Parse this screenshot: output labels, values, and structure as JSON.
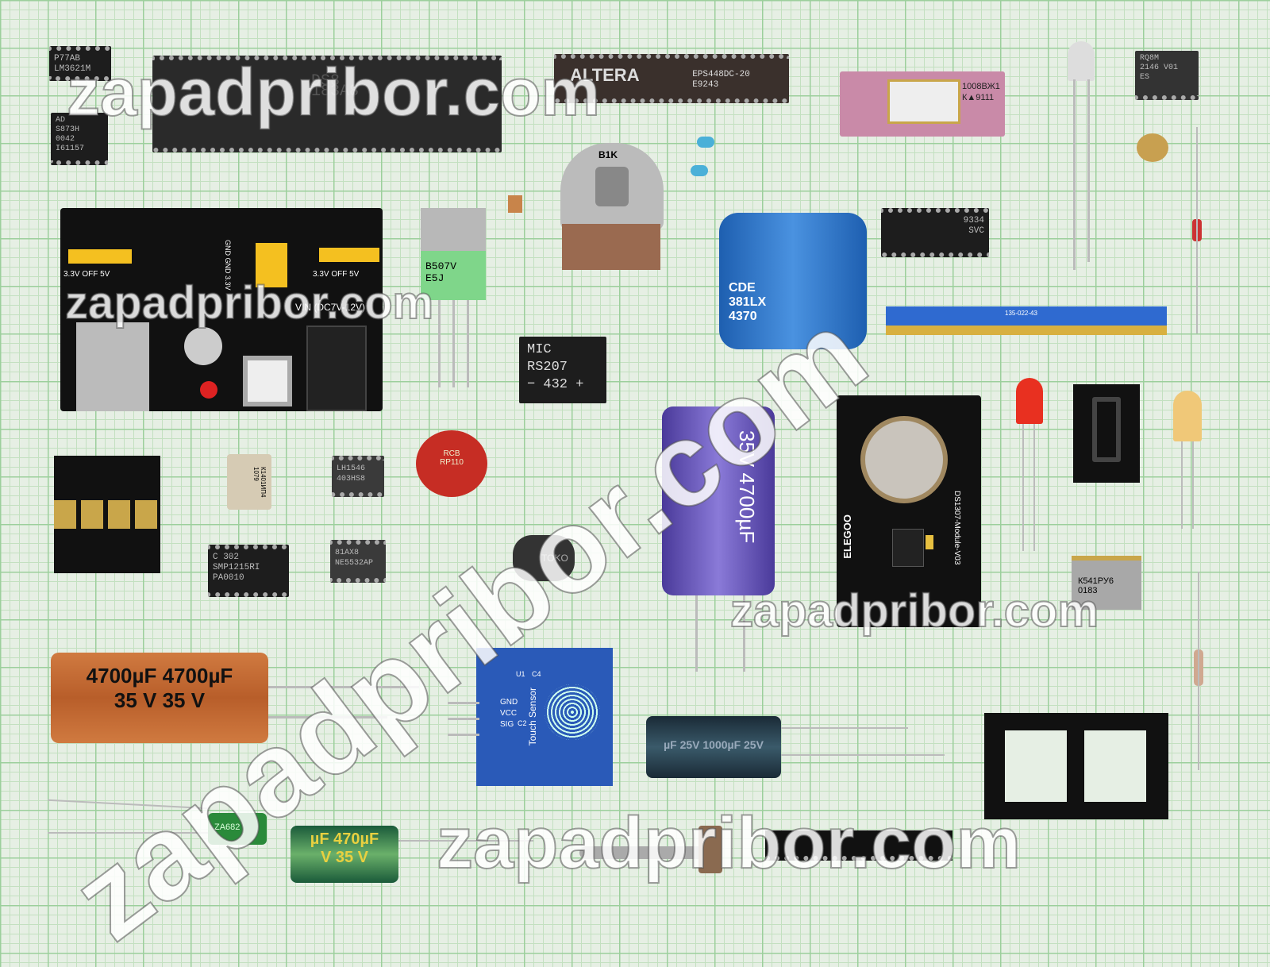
{
  "watermark": "zapadpribor.com",
  "components": {
    "lm3621": {
      "line1": "P77AB",
      "line2": "LM3621M"
    },
    "ad_chip": {
      "line1": "AD",
      "line2": "S873H",
      "line3": "0042",
      "line4": "I61157"
    },
    "dip40": {
      "line1": "DS8",
      "line2": "183A8"
    },
    "altera": {
      "brand": "ALTERA",
      "part": "EPS448DC-20",
      "code": "E9243"
    },
    "soviet_chip": {
      "line1": "1008ВЖ1",
      "line2": "К▲9111"
    },
    "rq8m": {
      "line1": "RQ8M",
      "line2": "2146 V01",
      "line3": "ES"
    },
    "pot": {
      "label": "B1K"
    },
    "regulator": {
      "line1": "B507V",
      "line2": "E5J"
    },
    "bridge": {
      "line1": "MIC",
      "line2": "RS207",
      "line3": "−  432  +"
    },
    "cde_cap": {
      "line1": "CDE",
      "line2": "381LX",
      "line3": "4370"
    },
    "soic": {
      "line1": "9334",
      "line2": "SVC"
    },
    "edge_conn": {
      "label": "135-022-43"
    },
    "psu": {
      "vin": "VIN (DC7V-12V)",
      "left_jumper": "3.3V OFF 5V",
      "right_jumper": "3.3V OFF 5V",
      "gnd": "GND GND 3.3V"
    },
    "purple_cap": {
      "voltage": "35V",
      "cap": "4700µF"
    },
    "rtc": {
      "title": "DS1307-Module-V03",
      "brand": "ELEGOO"
    },
    "lh1546": {
      "line1": "LH1546",
      "line2": "403HS8"
    },
    "smp": {
      "line1": "C 302",
      "line2": "SMP1215RI",
      "line3": "PA0010"
    },
    "ne5532": {
      "line1": "81AX8",
      "line2": "NE5532AP"
    },
    "varistor": {
      "line1": "RCB",
      "line2": "RP110"
    },
    "toko": {
      "label": "TOKO"
    },
    "flat_chip": {
      "line1": "К1401ИП4",
      "line2": "1079"
    },
    "k541": {
      "line1": "К541РУ6",
      "line2": "0183"
    },
    "orange_cap": {
      "cap": "4700µF 4700µF",
      "voltage": "35  V  35  V"
    },
    "touch": {
      "title": "Touch Sensor",
      "gnd": "GND",
      "vcc": "VCC",
      "sig": "SIG",
      "c2": "C2",
      "c4": "C4",
      "u1": "U1"
    },
    "black_cap": {
      "label": "µF 25V  1000µF 25V"
    },
    "green_cap": {
      "cap": "µF 470µF",
      "voltage": "V  35  V"
    },
    "film_cap": {
      "label": "ZA682"
    }
  }
}
